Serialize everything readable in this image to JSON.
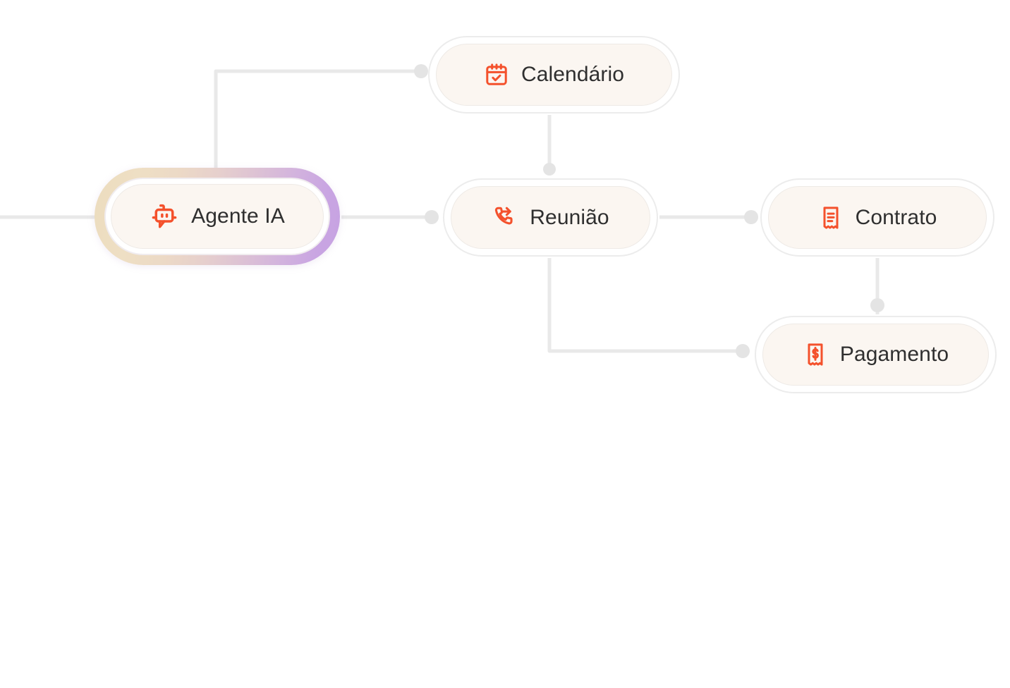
{
  "diagram": {
    "type": "flow-diagram",
    "language": "pt-BR",
    "background_color": "#ffffff",
    "accent_color": "#f4512c",
    "edge_color": "#e9e9e9",
    "node_fill": "#fbf6f1",
    "node_border": "#ececec",
    "label_color": "#2f2f2f",
    "nodes": [
      {
        "id": "agente",
        "label": "Agente IA",
        "icon": "bot-icon",
        "highlighted": true,
        "gradient_from": "#ecdcbe",
        "gradient_to": "#c6a2e2"
      },
      {
        "id": "calendario",
        "label": "Calendário",
        "icon": "calendar-check-icon",
        "highlighted": false
      },
      {
        "id": "reuniao",
        "label": "Reunião",
        "icon": "phone-forwarded-icon",
        "highlighted": false
      },
      {
        "id": "contrato",
        "label": "Contrato",
        "icon": "receipt-text-icon",
        "highlighted": false
      },
      {
        "id": "pagamento",
        "label": "Pagamento",
        "icon": "receipt-dollar-icon",
        "highlighted": false
      }
    ],
    "edges": [
      {
        "id": "edge-in-agente",
        "from": "input",
        "to": "agente"
      },
      {
        "id": "edge-agente-calendario",
        "from": "agente",
        "to": "calendario"
      },
      {
        "id": "edge-agente-reuniao",
        "from": "agente",
        "to": "reuniao"
      },
      {
        "id": "edge-calendario-reuniao",
        "from": "calendario",
        "to": "reuniao"
      },
      {
        "id": "edge-reuniao-contrato",
        "from": "reuniao",
        "to": "contrato"
      },
      {
        "id": "edge-reuniao-pagamento",
        "from": "reuniao",
        "to": "pagamento"
      },
      {
        "id": "edge-contrato-pagamento",
        "from": "contrato",
        "to": "pagamento"
      }
    ]
  }
}
